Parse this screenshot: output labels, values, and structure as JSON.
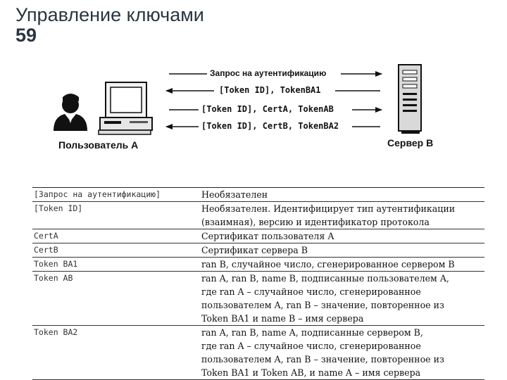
{
  "slide": {
    "title_line1": "Управление ключами",
    "title_line2": "59"
  },
  "diagram": {
    "messages": [
      "Запрос на аутентификацию",
      "[Token ID], TokenBA1",
      "[Token ID], CertA, TokenAB",
      "[Token ID], CertB, TokenBA2"
    ],
    "user_label": "Пользователь А",
    "server_label": "Сервер В",
    "icons": [
      "user-icon",
      "computer-icon",
      "server-icon"
    ]
  },
  "table": {
    "rows": [
      {
        "term": "[Запрос на аутентификацию]",
        "desc": "Необязателен"
      },
      {
        "term": "[Token ID]",
        "desc": "Необязателен. Идентифицирует тип аутентификации\n(взаимная), версию и идентификатор протокола"
      },
      {
        "term": "CertA",
        "desc": "Сертификат пользователя A"
      },
      {
        "term": "CertB",
        "desc": "Сертификат сервера B"
      },
      {
        "term": "Token BA1",
        "desc": "ran B, случайное число, сгенерированное сервером B"
      },
      {
        "term": "Token AB",
        "desc": "ran A, ran B, name B, подписанные пользователем A,\nгде ran A – случайное число, сгенерированное\nпользователем A, ran B – значение, повторенное из\nToken BA1 и name B – имя сервера"
      },
      {
        "term": "Token BA2",
        "desc": "ran A, ran B, name A, подписанные сервером B,\nгде ran A – случайное число, сгенерированное\nпользователем A, ran B – значение, повторенное из\nToken BA1 и Token AB, и name A – имя сервера"
      }
    ]
  }
}
